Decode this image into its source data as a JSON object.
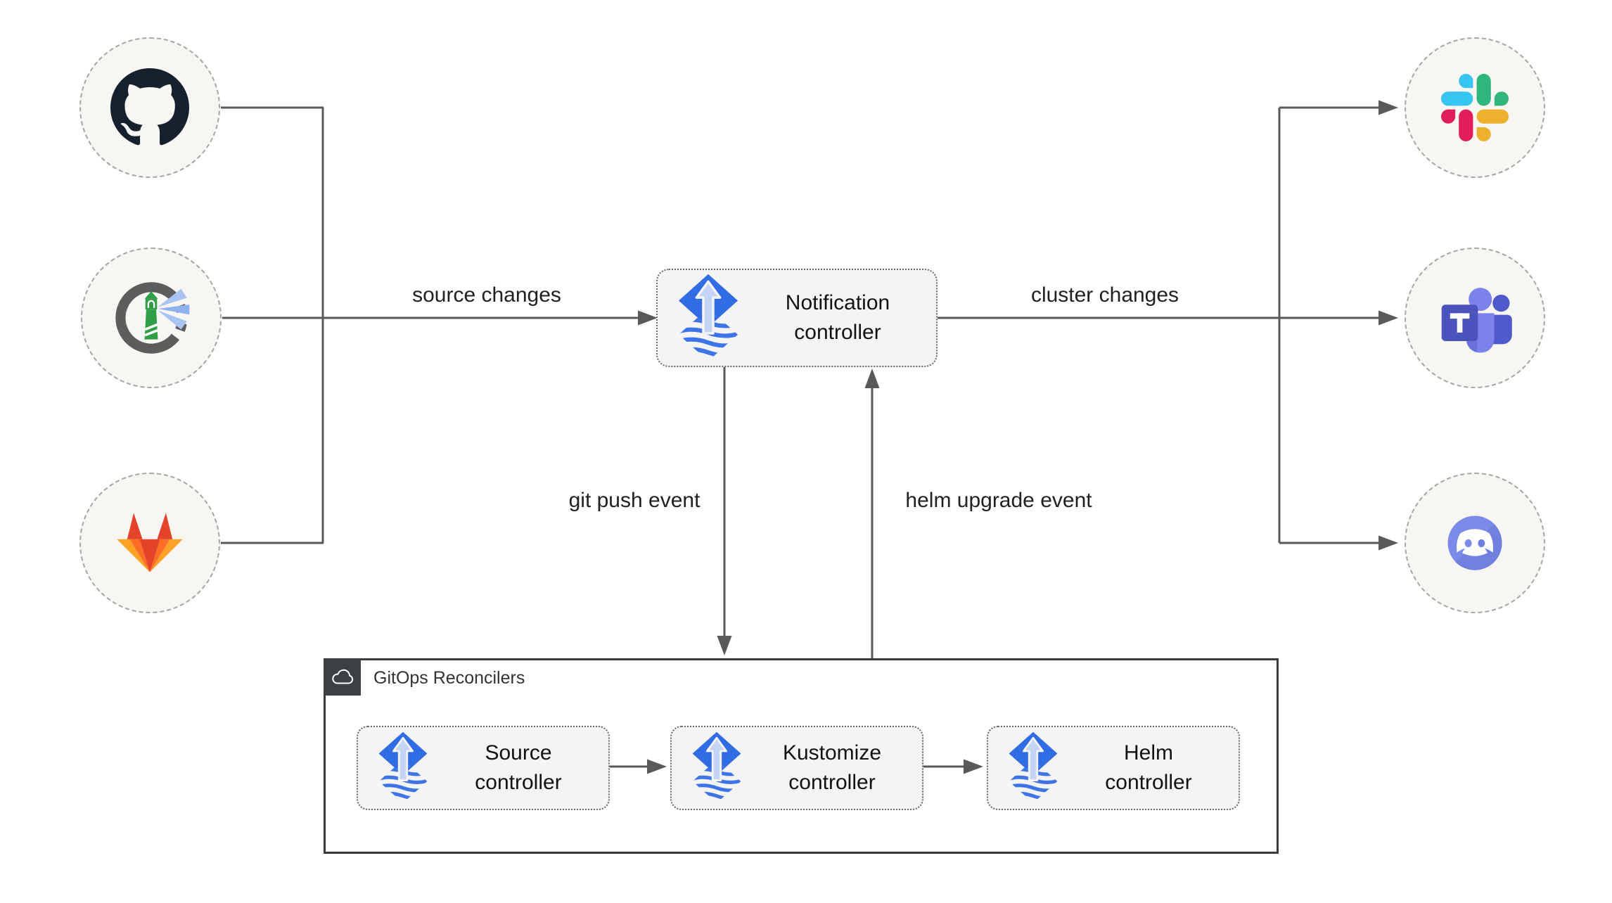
{
  "nodes": {
    "sources": [
      {
        "icon": "github-icon"
      },
      {
        "icon": "harbor-icon"
      },
      {
        "icon": "gitlab-icon"
      }
    ],
    "notification": {
      "icon": "flux-icon",
      "line1": "Notification",
      "line2": "controller"
    },
    "targets": [
      {
        "icon": "slack-icon"
      },
      {
        "icon": "teams-icon"
      },
      {
        "icon": "discord-icon"
      }
    ]
  },
  "edges": {
    "source_changes": "source changes",
    "cluster_changes": "cluster changes",
    "git_push_event": "git push event",
    "helm_upgrade_event": "helm upgrade event"
  },
  "reconcilers": {
    "title": "GitOps Reconcilers",
    "badge_icon": "cloud-icon",
    "controllers": [
      {
        "icon": "flux-icon",
        "line1": "Source",
        "line2": "controller"
      },
      {
        "icon": "flux-icon",
        "line1": "Kustomize",
        "line2": "controller"
      },
      {
        "icon": "flux-icon",
        "line1": "Helm",
        "line2": "controller"
      }
    ]
  },
  "colors": {
    "line": "#595959",
    "flux_blue": "#316ce4",
    "node_fill": "#f7f6f3",
    "box_fill": "#f4f4f4",
    "badge_fill": "#3c4043"
  }
}
